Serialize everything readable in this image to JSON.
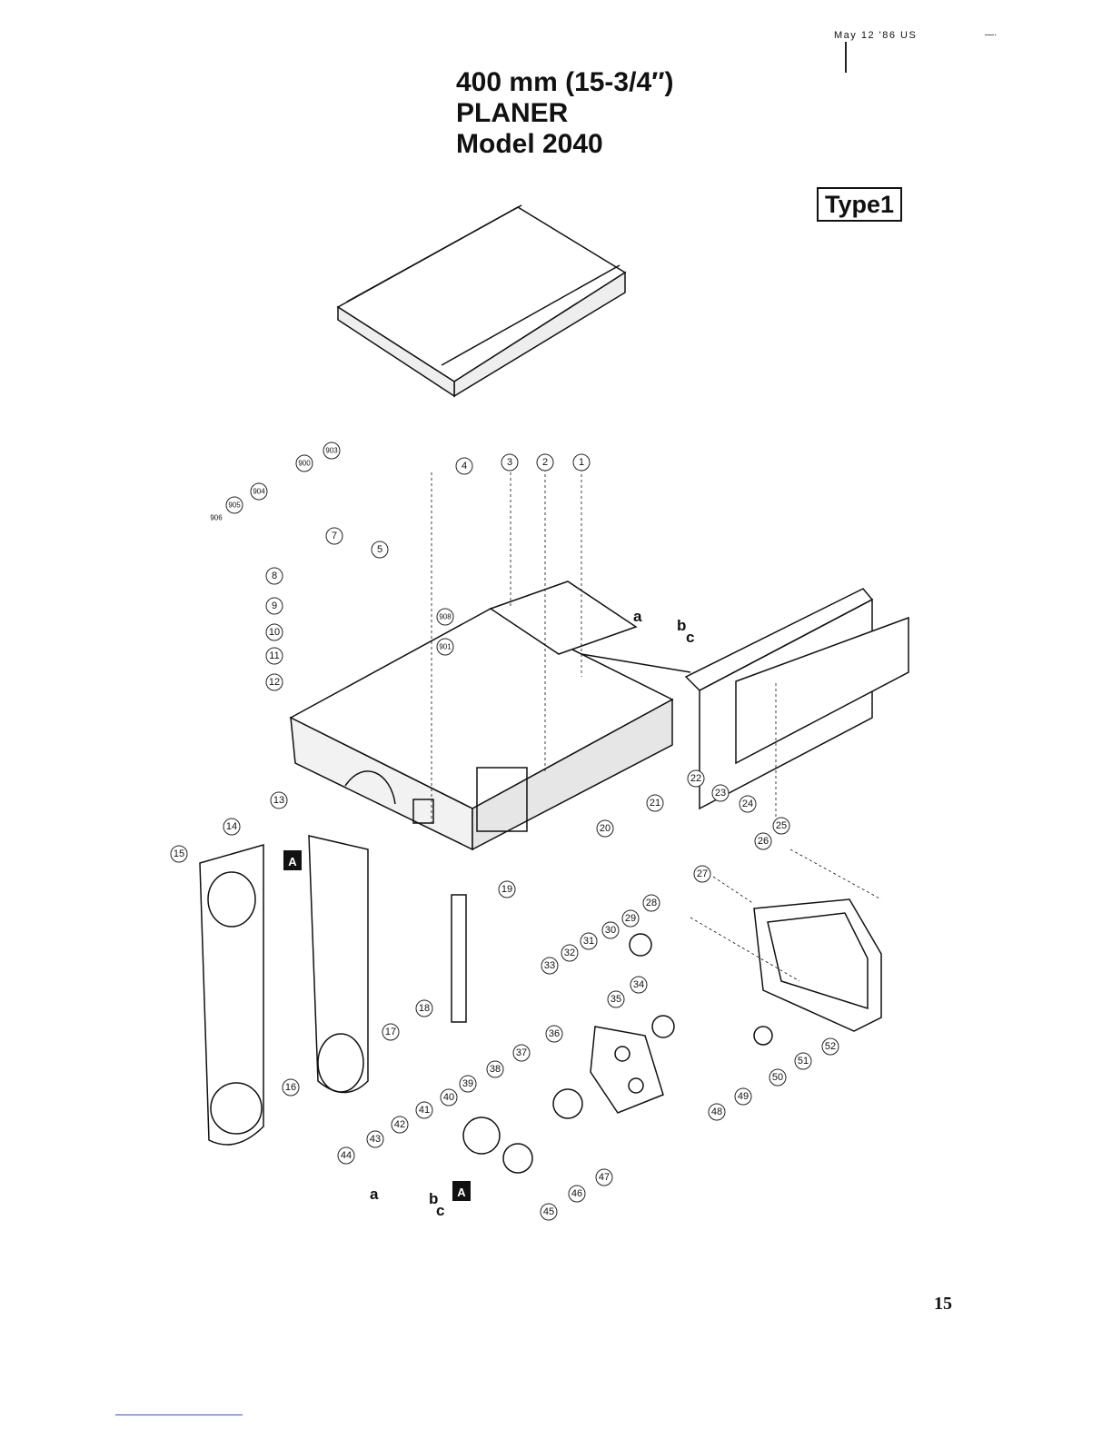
{
  "header": {
    "stamp": "May 12 '86 US",
    "corner_mark": "—·"
  },
  "title": {
    "line1": "400 mm (15-3/4′′)",
    "line2": "PLANER",
    "line3": "Model 2040"
  },
  "type_label": "Type1",
  "page_number": "15",
  "diagram": {
    "part_labels": [
      "1",
      "2",
      "3",
      "4",
      "5",
      "7",
      "8",
      "9",
      "10",
      "11",
      "12",
      "13",
      "14",
      "15",
      "16",
      "17",
      "18",
      "19",
      "20",
      "21",
      "22",
      "23",
      "24",
      "25",
      "26",
      "27",
      "28",
      "29",
      "30",
      "31",
      "32",
      "33",
      "34",
      "35",
      "36",
      "37",
      "38",
      "39",
      "40",
      "41",
      "42",
      "43",
      "44",
      "45",
      "46",
      "47",
      "48",
      "49",
      "50",
      "51",
      "52",
      "900",
      "901",
      "903",
      "904",
      "905",
      "906",
      "908"
    ],
    "reference_letters": [
      "a",
      "b",
      "c"
    ],
    "section_marker": "A"
  }
}
